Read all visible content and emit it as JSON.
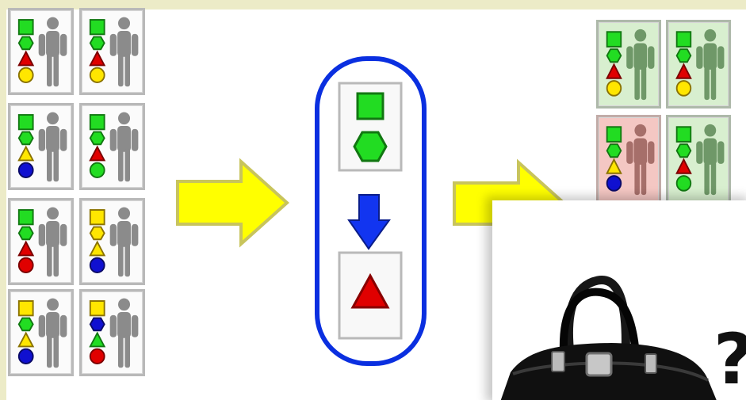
{
  "colors": {
    "background": "#ffffff",
    "frame": "#ecebc7",
    "yellow_arrow": "#ffff00",
    "yellow_arrow_edge": "#c8c45c",
    "blue_outline": "#0a2fe0",
    "blue_arrow": "#1235f0",
    "green": "#22dc22",
    "red": "#e00000",
    "yellow": "#ffe600",
    "blue_dot": "#1010d0",
    "person": "#8b8b8b",
    "green_card": "#d8efcf",
    "pink_card": "#f4c7c3"
  },
  "icons": {
    "flow_arrow": "yellow-right-arrow-icon",
    "rule_arrow": "blue-down-arrow-icon",
    "bag": "handbag-icon"
  },
  "diagram": {
    "input_cards": [
      {
        "shapes": [
          "green-square",
          "green-hexagon",
          "red-triangle",
          "yellow-circle"
        ]
      },
      {
        "shapes": [
          "green-square",
          "green-hexagon",
          "red-triangle",
          "yellow-circle"
        ]
      },
      {
        "shapes": [
          "green-square",
          "green-hexagon",
          "yellow-triangle",
          "blue-circle"
        ]
      },
      {
        "shapes": [
          "green-square",
          "green-hexagon",
          "red-triangle",
          "green-circle"
        ]
      },
      {
        "shapes": [
          "green-square",
          "green-hexagon",
          "red-triangle",
          "red-circle"
        ]
      },
      {
        "shapes": [
          "yellow-square",
          "yellow-hexagon",
          "yellow-triangle",
          "blue-circle"
        ]
      },
      {
        "shapes": [
          "yellow-square",
          "green-hexagon",
          "yellow-triangle",
          "blue-circle"
        ]
      },
      {
        "shapes": [
          "yellow-square",
          "blue-hexagon",
          "green-triangle",
          "red-circle"
        ]
      }
    ],
    "rule": {
      "premise_shapes": [
        "green-square",
        "green-hexagon"
      ],
      "conclusion_shapes": [
        "red-triangle"
      ]
    },
    "output_cards": [
      {
        "status": "match",
        "shapes": [
          "green-square",
          "green-hexagon",
          "red-triangle",
          "yellow-circle"
        ]
      },
      {
        "status": "match",
        "shapes": [
          "green-square",
          "green-hexagon",
          "red-triangle",
          "yellow-circle"
        ]
      },
      {
        "status": "mismatch",
        "shapes": [
          "green-square",
          "green-hexagon",
          "yellow-triangle",
          "blue-circle"
        ]
      },
      {
        "status": "match",
        "shapes": [
          "green-square",
          "green-hexagon",
          "red-triangle",
          "green-circle"
        ]
      }
    ]
  },
  "overlay": {
    "visible_text": "?"
  }
}
